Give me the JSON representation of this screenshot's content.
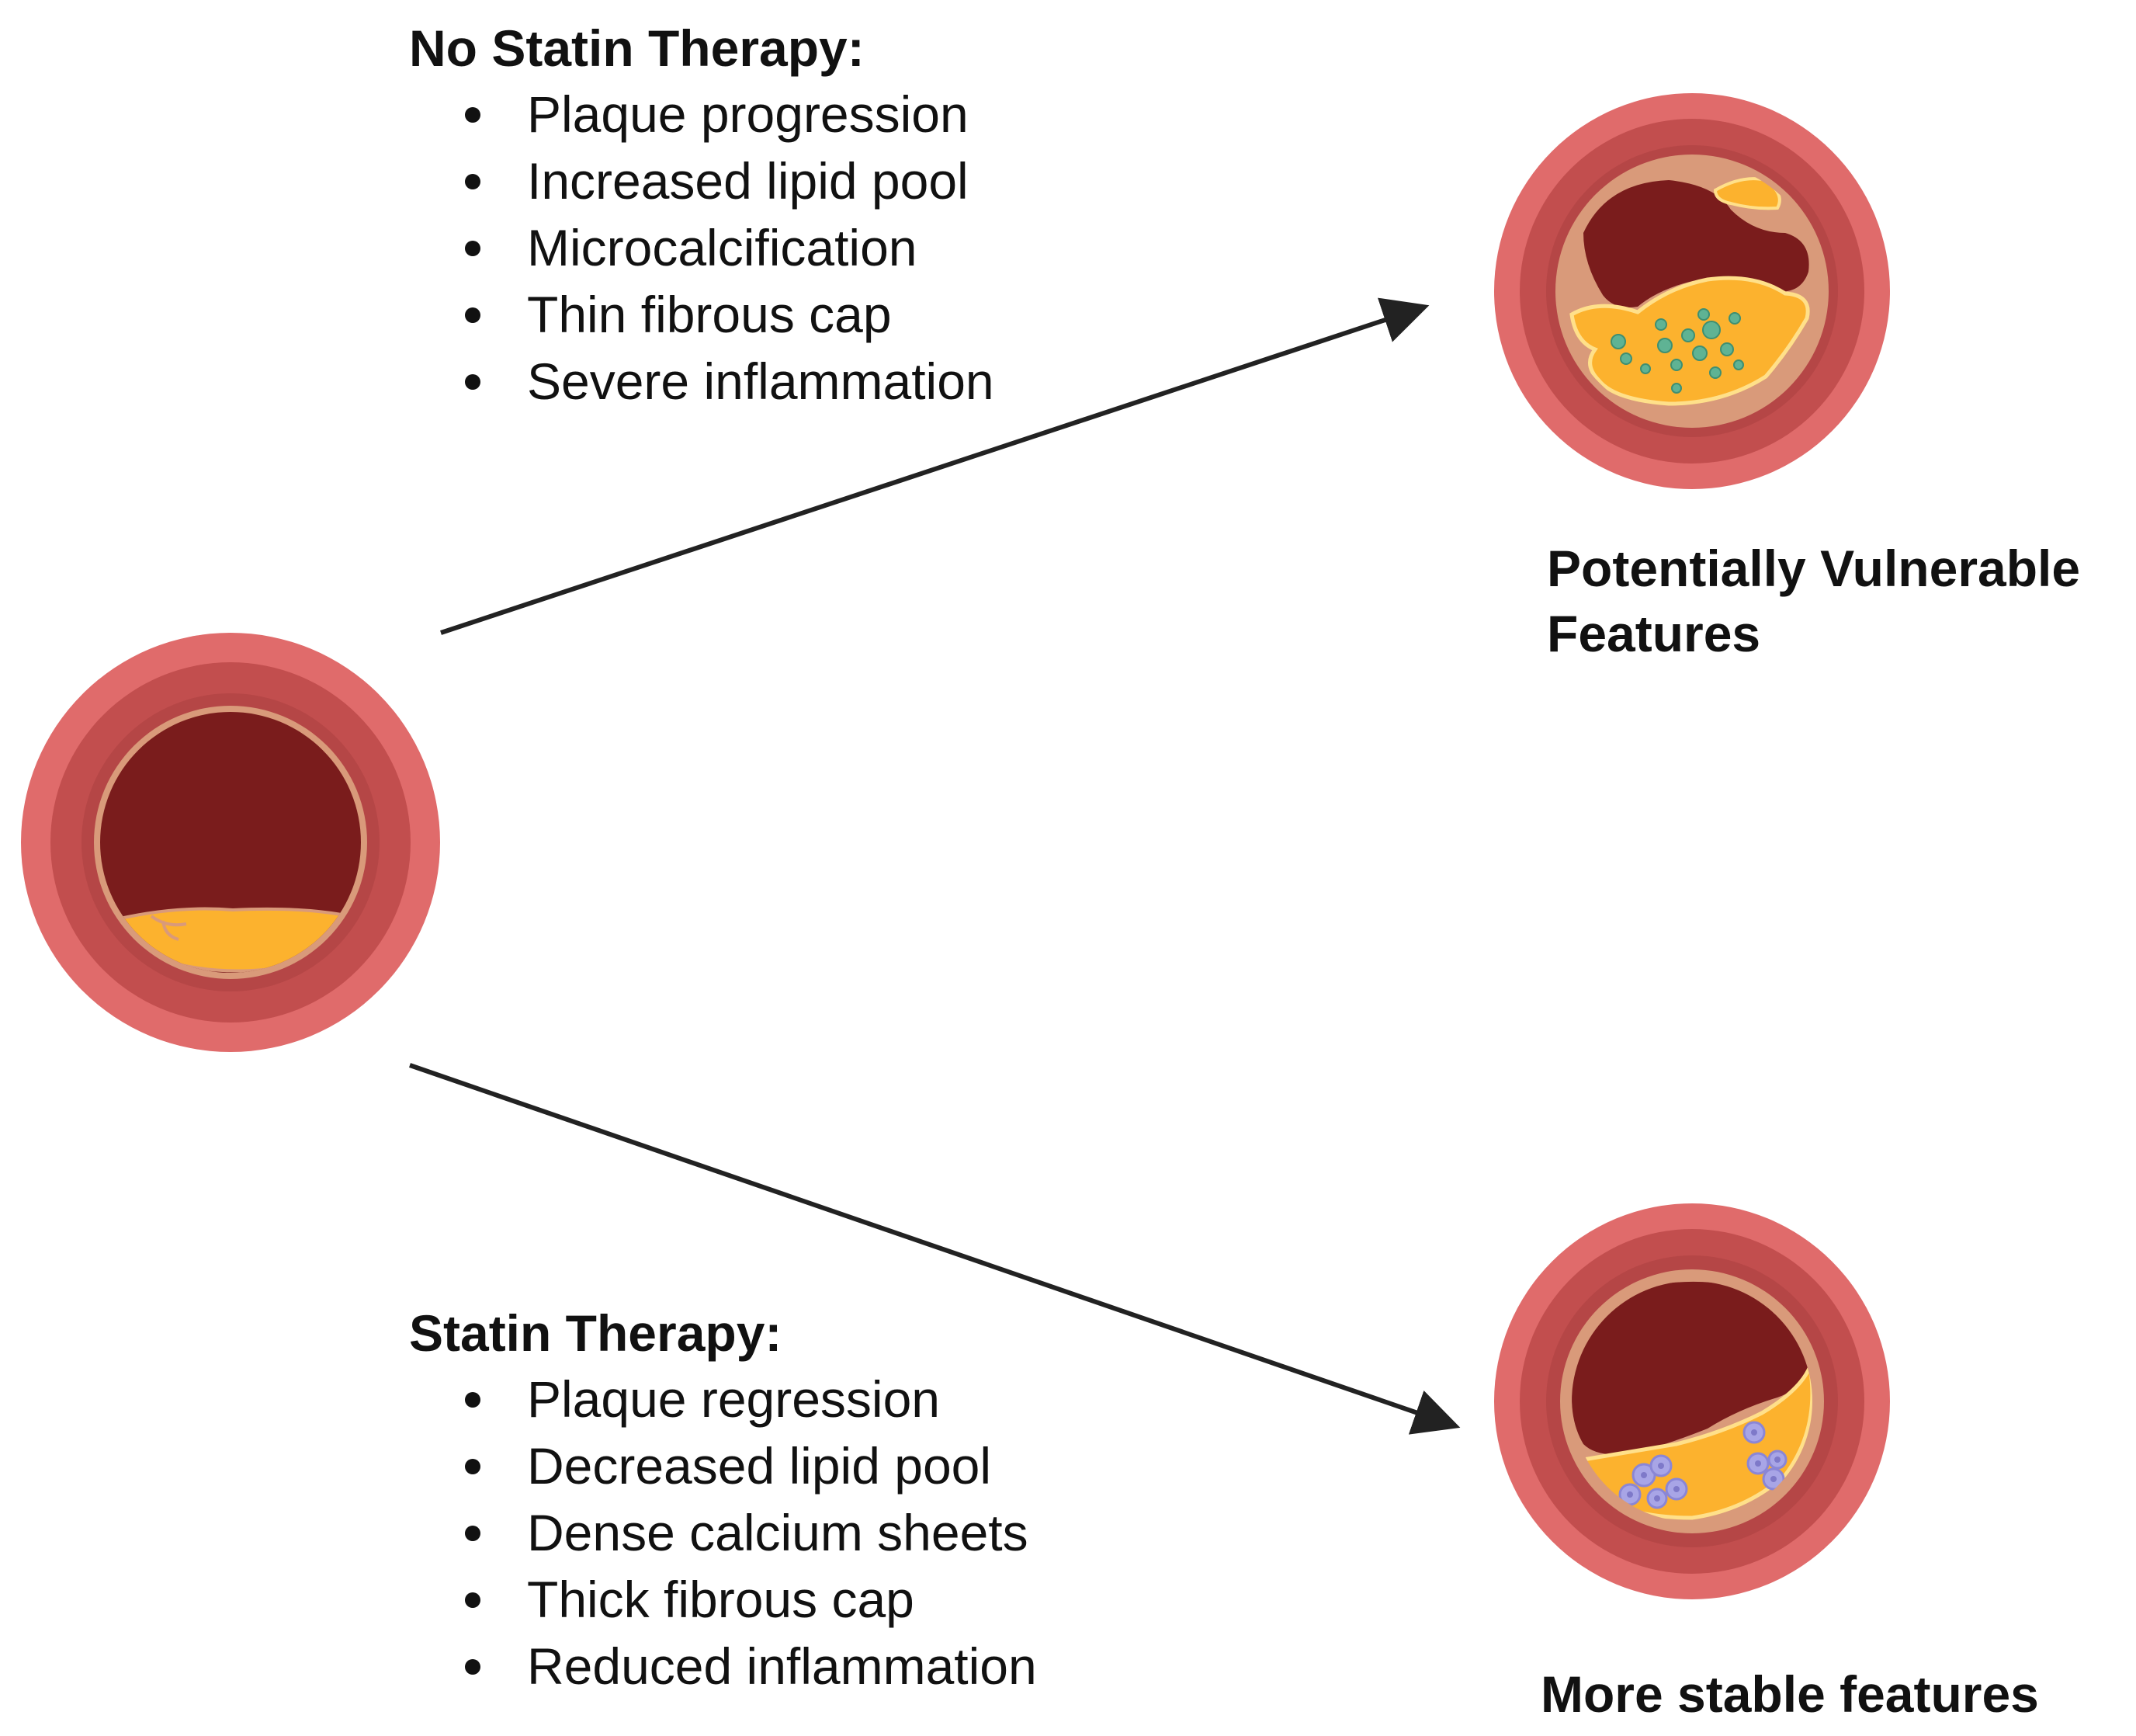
{
  "no_statin": {
    "heading": "No Statin Therapy:",
    "bullets": [
      "Plaque progression",
      "Increased lipid pool",
      "Microcalcification",
      "Thin fibrous cap",
      "Severe inflammation"
    ]
  },
  "statin": {
    "heading": "Statin Therapy:",
    "bullets": [
      "Plaque regression",
      "Decreased lipid pool",
      "Dense calcium sheets",
      "Thick fibrous cap",
      "Reduced inflammation"
    ]
  },
  "outcomes": {
    "vulnerable_line1": "Potentially Vulnerable",
    "vulnerable_line2": "Features",
    "stable": "More stable features"
  },
  "colors": {
    "outer_wall": "#E06B6B",
    "middle_wall": "#C24E4E",
    "inner_wall": "#B54646",
    "intima": "#D99A7A",
    "lumen": "#7A1C1C",
    "lipid": "#FCB22E",
    "lipid_outline": "#FFE08A",
    "microcalcification": "#5FB394",
    "immune_cell": "#A8A5E6",
    "arrow": "#222222"
  }
}
